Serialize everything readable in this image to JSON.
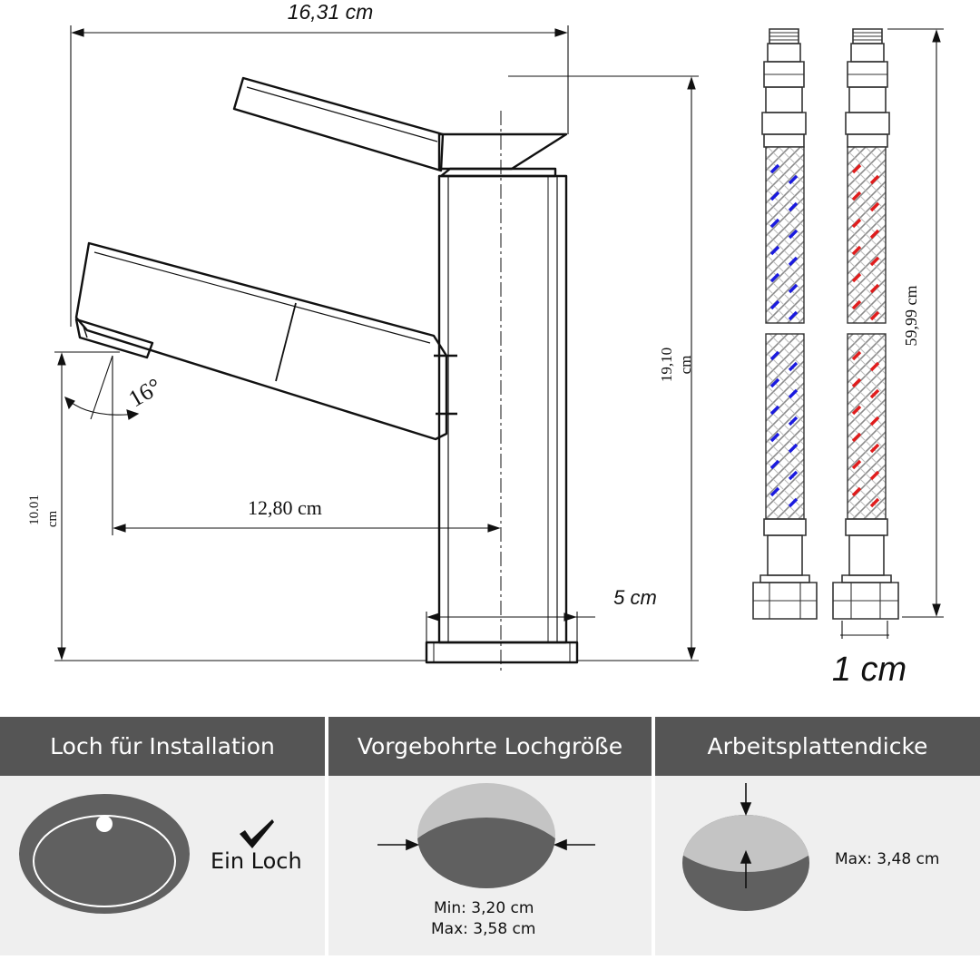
{
  "dimensions": {
    "width_total": "16,31 cm",
    "height_total_line1": "19,10",
    "height_total_line2": "cm",
    "spout_reach": "12,80 cm",
    "spout_height_line1": "10.01",
    "spout_height_line2": "cm",
    "base_diameter": "5 cm",
    "spout_angle": "16°",
    "hose_length": "59,99 cm",
    "hose_connector": "1 cm"
  },
  "hoses": {
    "left_accent": "#1a1adf",
    "right_accent": "#e01c1c",
    "braid_color": "#9a9a9a"
  },
  "panels": [
    {
      "title": "Loch für Installation",
      "label": "Ein Loch",
      "icon": "check-icon"
    },
    {
      "title": "Vorgebohrte Lochgröße",
      "min_label": "Min: 3,20 cm",
      "max_label": "Max: 3,58 cm"
    },
    {
      "title": "Arbeitsplattendicke",
      "max_label": "Max: 3,48 cm"
    }
  ],
  "colors": {
    "header_bg": "#555555",
    "body_bg": "#efefef",
    "dark_gray": "#606060",
    "light_gray": "#c4c4c4"
  }
}
